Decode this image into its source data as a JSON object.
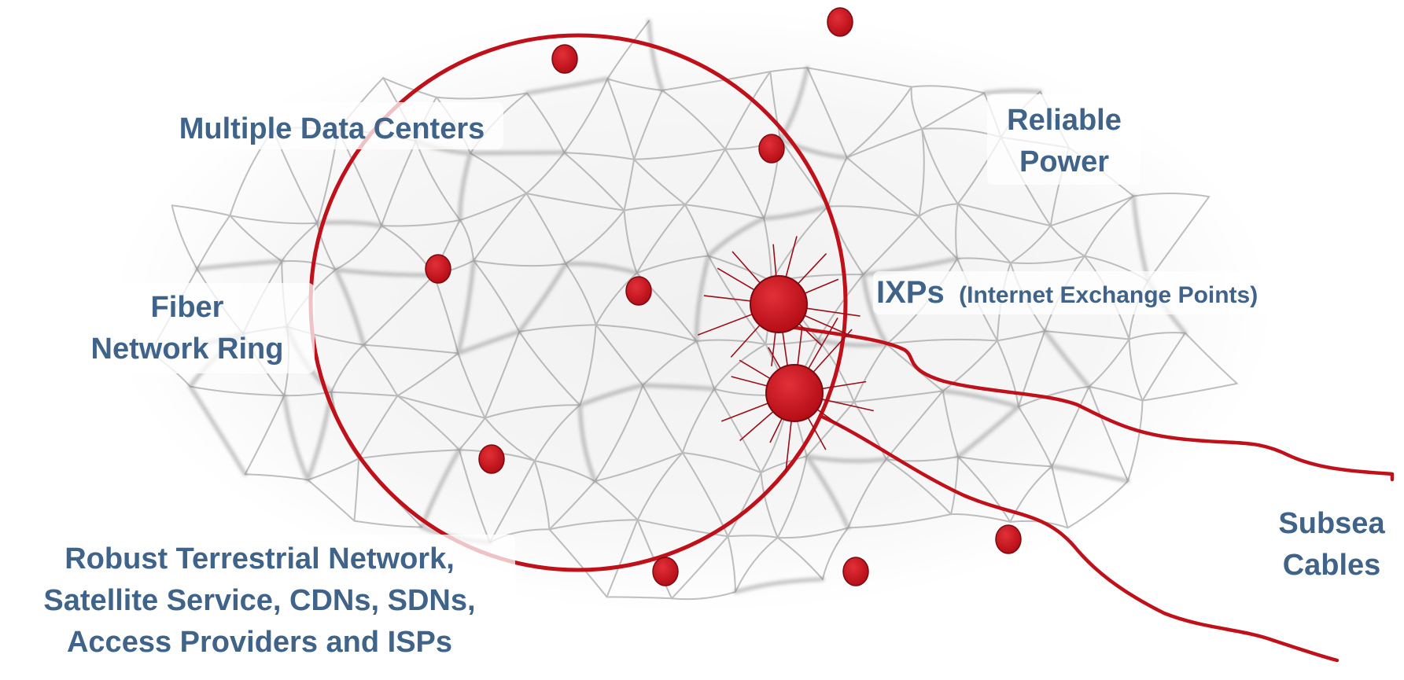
{
  "labels": {
    "data_centers": "Multiple Data Centers",
    "reliable_power": [
      "Reliable",
      "Power"
    ],
    "fiber_ring": [
      "Fiber",
      "Network Ring"
    ],
    "ixps_main": "IXPs",
    "ixps_sub": "(Internet Exchange Points)",
    "subsea_cables": [
      "Subsea",
      "Cables"
    ],
    "terrestrial": [
      "Robust Terrestrial Network,",
      "Satellite Service, CDNs, SDNs,",
      "Access Providers and ISPs"
    ]
  },
  "colors": {
    "node_red": "#c8141e",
    "node_outline": "#7a0a10",
    "ring_red": "#c0101a",
    "label_blue": "#3f6389",
    "mesh_gray": "#8a8a8a"
  },
  "icons": {
    "data_center_node": "red-dot-icon",
    "ixp_node": "starburst-node-icon"
  }
}
